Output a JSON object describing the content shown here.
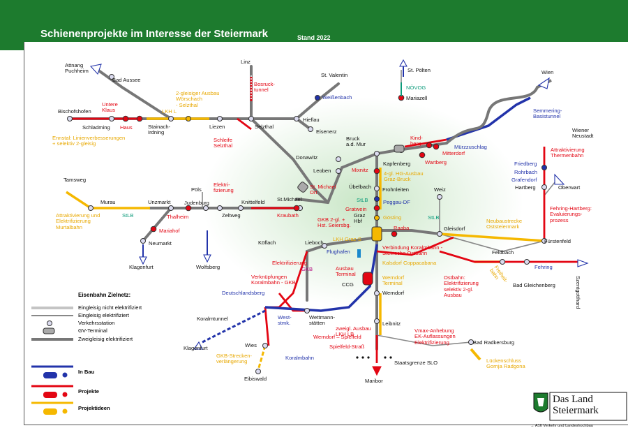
{
  "header": {
    "title": "Schienenprojekte im Interesse der Steiermark",
    "stand": "Stand 2022"
  },
  "colors": {
    "header_green": "#1d7b2e",
    "built_blue": "#2233aa",
    "project_red": "#e30613",
    "idea_yellow": "#f5b800",
    "track_grey": "#777777"
  },
  "labels": {
    "attnang": "Attnang\nPuchheim",
    "bad_aussee": "Bad Aussee",
    "linz": "Linz",
    "bosruck": "Bosruck-\ntunnel",
    "st_valentin": "St. Valentin",
    "weissenbach": "Weißenbach",
    "st_poelten": "St. Pölten",
    "noevog": "NÖVOG",
    "mariazell": "Mariazell",
    "wien": "Wien",
    "untere_klaus": "Untere\nKlaus",
    "ausbau_woerschach": "2-gleisiger Ausbau\nWörschach\n- Selzthal",
    "bischofshofen": "Bischofshofen",
    "lkh_l": "LKH L",
    "hieflau": "Hieflau",
    "schladming": "Schladming",
    "haus": "Haus",
    "stainach": "Stainach-\nIrdning",
    "liezen": "Liezen",
    "selzthal": "Selzthal",
    "eisenerz": "Eisenerz",
    "semmering": "Semmering-\nBasistunnel",
    "ennstal": "Ennstal: Linienverbesserungen\n+ selektiv 2-gleisig",
    "schleife": "Schleife\nSelzthal",
    "bruck": "Bruck\na.d. Mur",
    "kindberg": "Kind-\nberg",
    "muerzzuschlag": "Mürzzuschlag",
    "mitterdorf": "Mitterdorf",
    "wiener_neustadt": "Wiener\nNeustadt",
    "donawitz": "Donawitz",
    "kapfenberg": "Kapfenberg",
    "wartberg": "Wartberg",
    "attraktivierung_thermenbahn": "Attraktivierung\nThermenbahn",
    "leoben": "Leoben",
    "mixnitz": "Mixnitz",
    "hg_ausbau": "4-gl. HG-Ausbau\nGraz-Bruck",
    "friedberg": "Friedberg",
    "rohrbach": "Rohrbach",
    "grafendorf": "Grafendorf",
    "hartberg": "Hartberg",
    "oberwart": "Oberwart",
    "tamsweg": "Tamsweg",
    "poels": "Pöls",
    "elektrifizierung_poels": "Elektri-\nfizierung",
    "st_michael_ort": "St. Michael\nOrt",
    "uebelbach": "Übelbach",
    "frohnleiten": "Frohnleiten",
    "weiz": "Weiz",
    "stlb_peggau": "StLB",
    "peggau_df": "Peggau-DF",
    "murau": "Murau",
    "unzmarkt": "Unzmarkt",
    "judenburg": "Judenburg",
    "knittelfeld": "Knittelfeld",
    "st_michael": "St.Michael",
    "stlb_murtal": "StLB",
    "gratwein": "Gratwein",
    "graz_hbf": "Graz\nHbf",
    "goesting": "Gösting",
    "stlb_weiz": "StLB",
    "attraktivierung_murtal": "Attraktivierung und\nElektrifizierung\nMurtalbahn",
    "thalheim": "Thalheim",
    "zeltweg": "Zeltweg",
    "kraubath": "Kraubath",
    "gkb_2gl": "GKB 2-gl. +\nHst. Seiersbg.",
    "raaba": "Raaba",
    "gleisdorf": "Gleisdorf",
    "neubaustrecke": "Neubaustrecke\nOststeiermark",
    "fehring_hartberg": "Fehring-Hartberg:\nEvaluierungs-\nprozess",
    "mariahof": "Mariahof",
    "koeflach": "Köflach",
    "lieboch": "Lieboch",
    "lkh_graz": "LKH Graz-S",
    "fuerstenfeld": "Fürstenfeld",
    "neumarkt": "Neumarkt",
    "flughafen": "Flughafen",
    "verbindung_koralm": "Verbindung Koralmbahn -\nSteirische Ostbahn",
    "kalsdorf": "Kalsdorf Coppacabana",
    "feldbach": "Feldbach",
    "klagenfurt_top": "Klagenfurt",
    "wolfsberg": "Wolfsberg",
    "elektrifizierung_gkb": "Elektrifizierung",
    "gkb_label": "GKB",
    "ausbau_terminal": "Ausbau\nTerminal",
    "werndorf_terminal": "Werndorf\nTerminal",
    "ostbahn": "Ostbahn:\nElektrifizierung\nselektiv 2-gl.\nAusbau",
    "fehring": "Fehring",
    "szentgotthard": "Szentgotthard",
    "freiheit": "Freiheit-\nbahn",
    "bad_gleichenberg": "Bad Gleichenberg",
    "verknuepfungen": "Verknüpfungen\nKoralmbahn - GKB",
    "ccg": "CCG",
    "werndorf": "Werndorf",
    "deutschlandsberg": "Deutschlandsberg",
    "koralmtunnel": "Koralmtunnel",
    "weststmk": "West-\nstmk.",
    "wettmannstaetten": "Wettmann-\nstätten",
    "leibnitz": "Leibnitz",
    "zweigl_ausbau": "zweigl. Ausbau\nLKH LB",
    "vmax": "Vmax-Anhebung\nEK-Auflassungen\nElektrifizierung",
    "werndorf_spielfeld": "Werndorf – Spielfeld",
    "bad_radkersburg": "Bad Radkersburg",
    "klagenfurt_bottom": "Klagenfurt",
    "wies": "Wies",
    "gkb_strecken": "GKB-Strecken-\nverlängerung",
    "koralmbahn": "Koralmbahn",
    "spielfeld_strass": "Spielfeld-Straß",
    "staatsgrenze": "Staatsgrenze SLO",
    "lueckenschluss": "Lückenschluss\nGornja Radgona",
    "eibiswald": "Eibiswald",
    "maribor": "Maribor"
  },
  "legend": {
    "title": "Eisenbahn Zielnetz:",
    "items": [
      "Eingleisig nicht elektrifiziert",
      "Eingleisig elektrifiziert",
      "Verkehrsstation",
      "GV-Terminal",
      "Zweigleisig elektrifiziert"
    ],
    "in_bau": "In Bau",
    "projekte": "Projekte",
    "projektideen": "Projektideen"
  },
  "logo": {
    "line1": "Das Land",
    "line2": "Steiermark",
    "sub": "→ A16 Verkehr und Landeshochbau"
  }
}
